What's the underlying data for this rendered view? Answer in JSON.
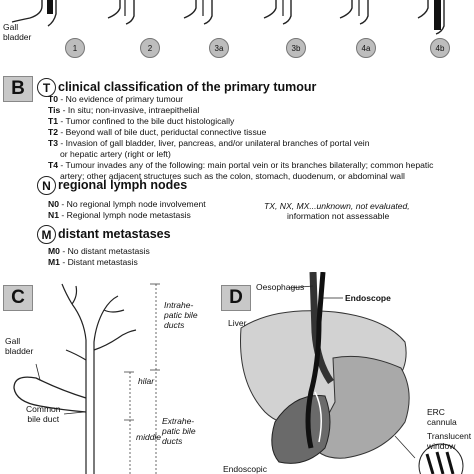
{
  "panel_a": {
    "gallbladder_label": "Gall\nbladder",
    "stages": [
      "1",
      "2",
      "3a",
      "3b",
      "4a",
      "4b"
    ]
  },
  "panel_b": {
    "letter": "B",
    "t_section": {
      "badge": "T",
      "title": "clinical classification of the primary tumour",
      "rows": [
        {
          "code": "T0",
          "text": " - No evidence of primary tumour"
        },
        {
          "code": "Tis",
          "text": " - In situ; non-invasive, intraepithelial"
        },
        {
          "code": "T1",
          "text": " - Tumor confined to the bile duct histologically"
        },
        {
          "code": "T2",
          "text": " - Beyond wall of bile duct, periductal connective tissue"
        },
        {
          "code": "T3",
          "text": " - Invasion of gall bladder, liver, pancreas, and/or unilateral branches of portal vein"
        },
        {
          "code": "",
          "text": "or hepatic artery (right or left)"
        },
        {
          "code": "T4",
          "text": " - Tumour invades any of the following: main portal vein or its branches bilaterally; common hepatic"
        },
        {
          "code": "",
          "text": "artery; other adjacent structures such as the colon, stomach, duodenum, or abdominal wall"
        }
      ]
    },
    "n_section": {
      "badge": "N",
      "title": "regional lymph nodes",
      "rows": [
        {
          "code": "N0",
          "text": " - No regional lymph node involvement"
        },
        {
          "code": "N1",
          "text": " - Regional lymph node metastasis"
        }
      ],
      "note_line1": "TX, NX, MX...unknown, not evaluated,",
      "note_line2": "information not assessable"
    },
    "m_section": {
      "badge": "M",
      "title": "distant metastases",
      "rows": [
        {
          "code": "M0",
          "text": " - No distant metastasis"
        },
        {
          "code": "M1",
          "text": " - Distant metastasis"
        }
      ]
    }
  },
  "panel_c": {
    "letter": "C",
    "gallbladder": "Gall\nbladder",
    "common_bile_duct": "Common\nbile duct",
    "intrahepatic": "Intrahe-\npatic bile\nducts",
    "hilar": "hilar",
    "extrahepatic": "Extrahe-\npatic bile\nducts",
    "middle": "middle"
  },
  "panel_d": {
    "letter": "D",
    "oesophagus": "Oesophagus",
    "endoscope": "Endoscope",
    "liver": "Liver",
    "erc": "ERC\ncannula",
    "translucent": "Translucent\nwindow",
    "endoscopic": "Endoscopic"
  }
}
